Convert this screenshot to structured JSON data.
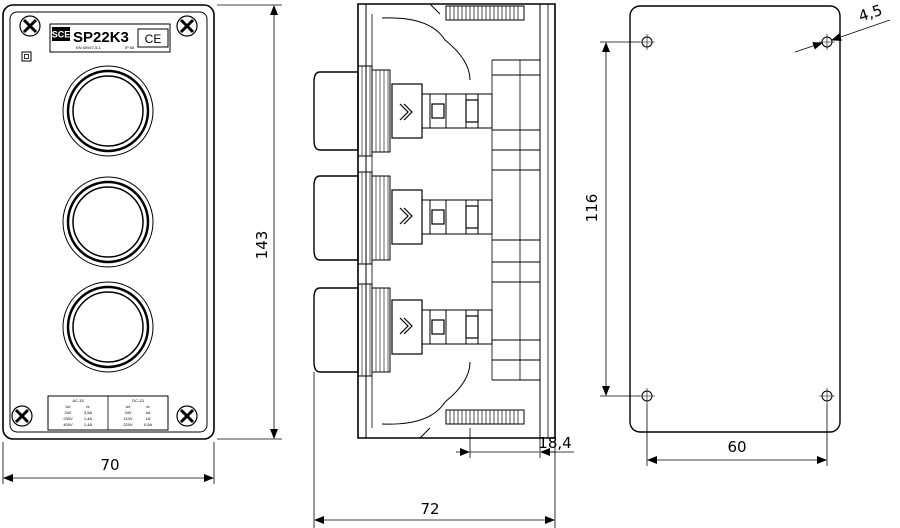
{
  "front_view": {
    "logo_text": "SCE",
    "model_label": "SP22K3",
    "ce_mark": "CE",
    "standard_label": "EN 60947-5-1",
    "ip_label": "IP 65",
    "rating_table": {
      "ac_header": "AC-15",
      "dc_header": "DC-13",
      "rows": [
        [
          "Ue",
          "Ie",
          "Ue",
          "Ie"
        ],
        [
          "24V",
          "3,5A",
          "24V",
          "4A"
        ],
        [
          "230V",
          "1,4A",
          "110V",
          "1A"
        ],
        [
          "400V",
          "1,4A",
          "220V",
          "0,5A"
        ]
      ]
    },
    "width_dim": "70",
    "height_dim": "143"
  },
  "side_view": {
    "depth_dim": "72",
    "button_protrusion_dim": "18,4"
  },
  "back_view": {
    "hole_diameter_dim": "4,5",
    "hole_spacing_vertical_dim": "116",
    "hole_spacing_horizontal_dim": "60"
  }
}
